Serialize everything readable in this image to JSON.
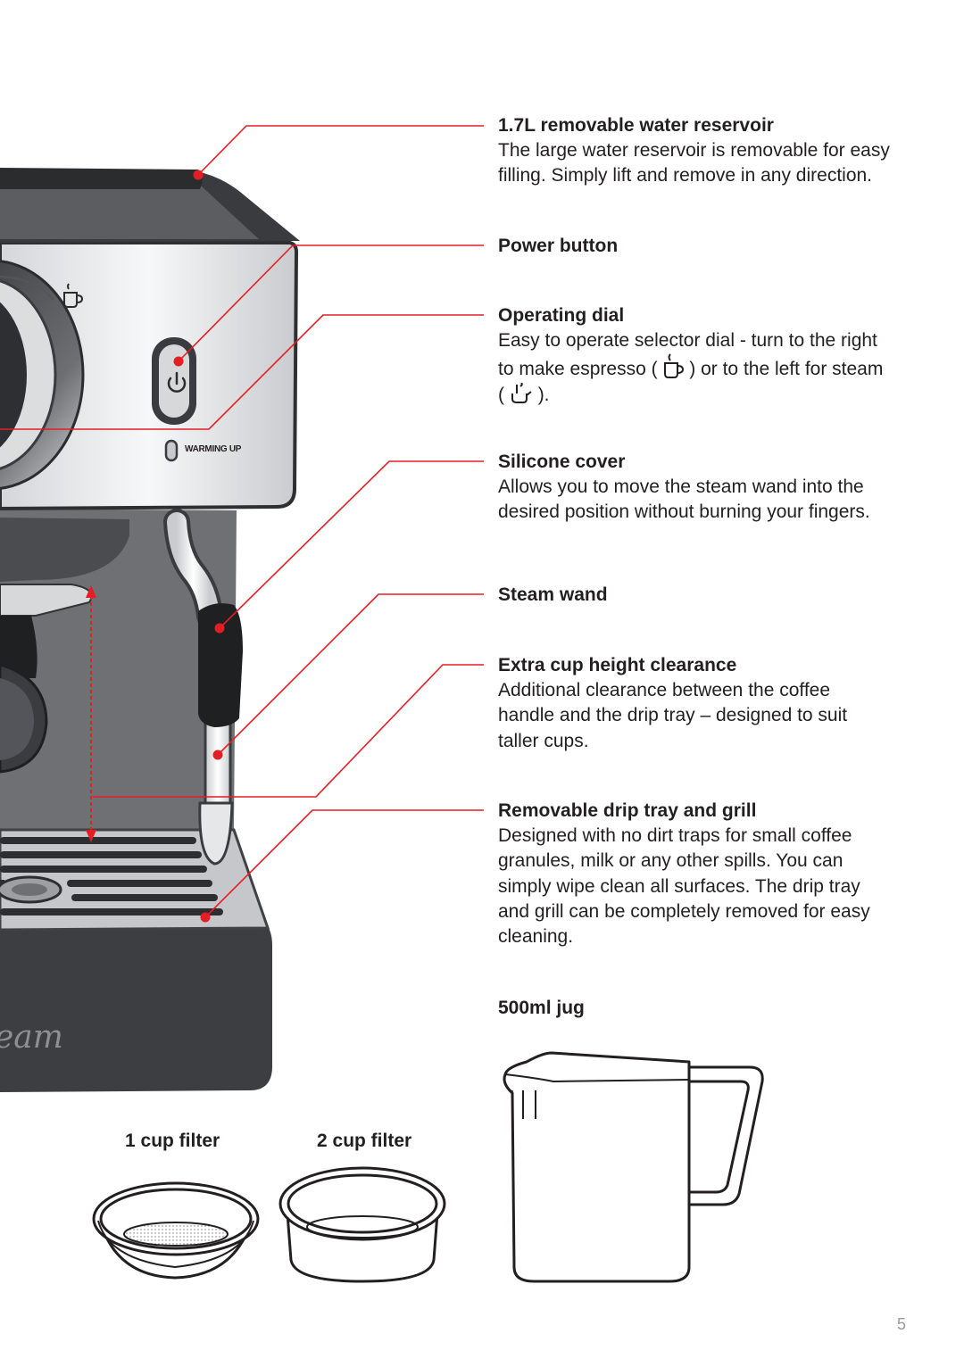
{
  "features": [
    {
      "title": "1.7L removable water reservoir",
      "lines": [
        "The large water reservoir is removable for easy",
        "filling. Simply lift and remove in any direction."
      ]
    },
    {
      "title": "Power button",
      "lines": []
    },
    {
      "title": "Operating dial",
      "line1": "Easy to operate selector dial - turn to the right",
      "line2_a": "to make espresso (",
      "line2_b": ") or to the left for steam",
      "line3_a": "(",
      "line3_b": ")."
    },
    {
      "title": "Silicone cover",
      "lines": [
        "Allows you to move the steam wand into the",
        "desired position without burning your fingers."
      ]
    },
    {
      "title": "Steam wand",
      "lines": []
    },
    {
      "title": "Extra cup height clearance",
      "lines": [
        "Additional clearance between the coffee",
        "handle and the drip tray – designed to suit",
        "taller cups."
      ]
    },
    {
      "title": "Removable drip tray and grill",
      "lines": [
        "Designed with no dirt traps for small coffee",
        "granules, milk or any other spills. You can",
        "simply wipe clean all surfaces. The drip tray",
        "and grill can be completely removed for easy",
        "cleaning."
      ]
    },
    {
      "title": "500ml jug",
      "lines": []
    }
  ],
  "machine": {
    "warming_label": "WARMING UP",
    "brand_fragment": "eam"
  },
  "filters": {
    "one_cup": "1 cup filter",
    "two_cup": "2 cup filter"
  },
  "page_number": "5",
  "icons": {
    "espresso": "espresso-cup-icon",
    "steam": "steam-jug-icon",
    "power": "power-icon"
  },
  "colors": {
    "callout": "#e31e24",
    "machine_dark": "#3a3b3e",
    "steel": "#b9bbbe"
  }
}
